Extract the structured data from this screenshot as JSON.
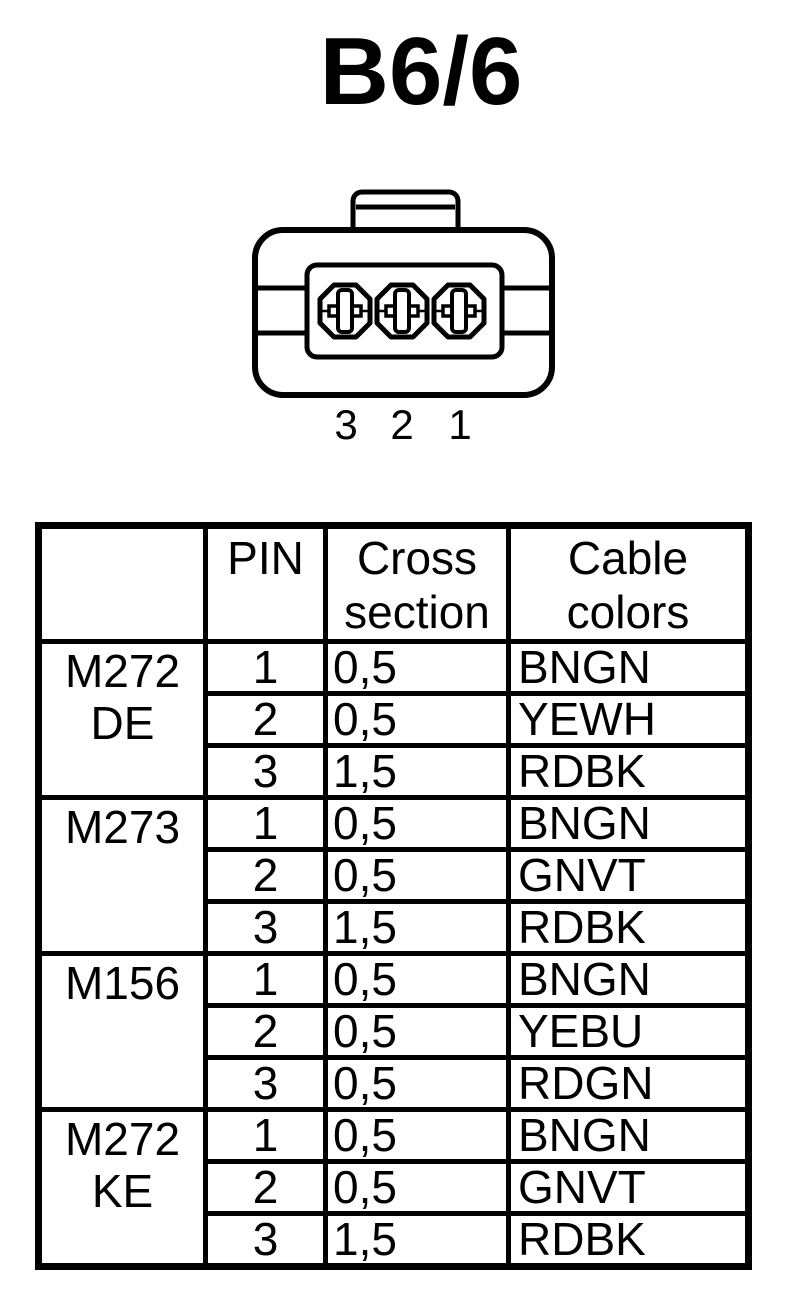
{
  "page": {
    "title": "B6/6"
  },
  "connector": {
    "type": "3-pin socket housing, front view",
    "pin_labels": [
      "3",
      "2",
      "1"
    ]
  },
  "table": {
    "header": {
      "engine": "",
      "pin": "PIN",
      "cross_line1": "Cross",
      "cross_line2": "section",
      "cable_line1": "Cable",
      "cable_line2": "colors"
    },
    "groups": [
      {
        "engine_line1": "M272",
        "engine_line2": "DE",
        "rows": [
          {
            "pin": "1",
            "cross": "0,5",
            "cable": "BNGN"
          },
          {
            "pin": "2",
            "cross": "0,5",
            "cable": "YEWH"
          },
          {
            "pin": "3",
            "cross": "1,5",
            "cable": "RDBK"
          }
        ]
      },
      {
        "engine_line1": "M273",
        "engine_line2": "",
        "rows": [
          {
            "pin": "1",
            "cross": "0,5",
            "cable": "BNGN"
          },
          {
            "pin": "2",
            "cross": "0,5",
            "cable": "GNVT"
          },
          {
            "pin": "3",
            "cross": "1,5",
            "cable": "RDBK"
          }
        ]
      },
      {
        "engine_line1": "M156",
        "engine_line2": "",
        "rows": [
          {
            "pin": "1",
            "cross": "0,5",
            "cable": "BNGN"
          },
          {
            "pin": "2",
            "cross": "0,5",
            "cable": "YEBU"
          },
          {
            "pin": "3",
            "cross": "0,5",
            "cable": "RDGN"
          }
        ]
      },
      {
        "engine_line1": "M272",
        "engine_line2": "KE",
        "rows": [
          {
            "pin": "1",
            "cross": "0,5",
            "cable": "BNGN"
          },
          {
            "pin": "2",
            "cross": "0,5",
            "cable": "GNVT"
          },
          {
            "pin": "3",
            "cross": "1,5",
            "cable": "RDBK"
          }
        ]
      }
    ]
  },
  "colors": {
    "ink": "#000000",
    "background": "#ffffff"
  }
}
